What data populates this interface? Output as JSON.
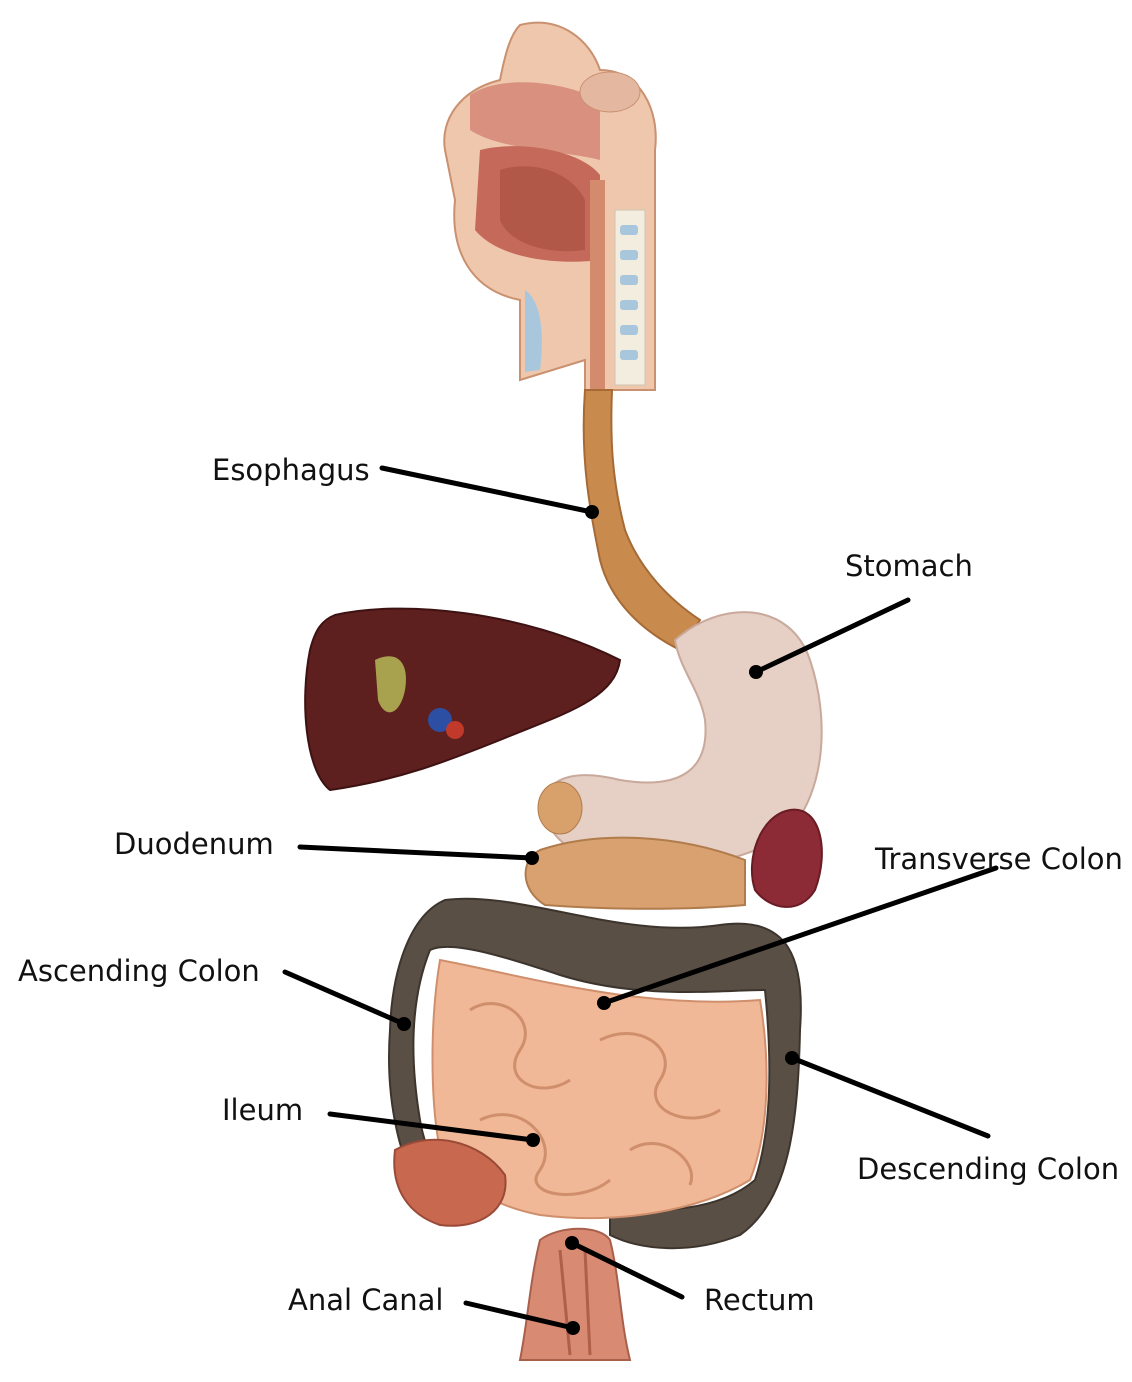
{
  "labels": {
    "esophagus": "Esophagus",
    "stomach": "Stomach",
    "duodenum": "Duodenum",
    "transverse_colon": "Transverse Colon",
    "ascending_colon": "Ascending Colon",
    "ileum": "Ileum",
    "descending_colon": "Descending Colon",
    "anal_canal": "Anal Canal",
    "rectum": "Rectum"
  },
  "colors": {
    "background": "#ffffff",
    "leader_line": "#000000",
    "tissue": "#e8b8a0",
    "esophagus": "#c98a4e",
    "stomach": "#e6cfc4",
    "liver": "#5e1f1f",
    "colon": "#5a4f45",
    "small_intestine": "#f0b896",
    "spleen": "#8c2a35"
  }
}
